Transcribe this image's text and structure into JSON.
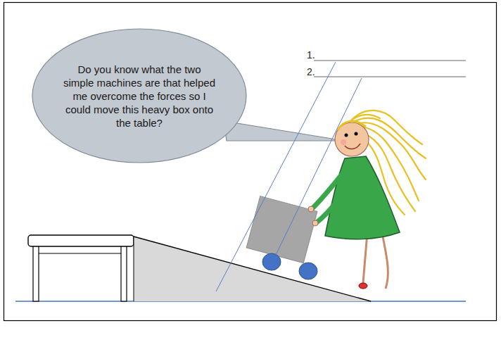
{
  "diagram": {
    "nodes": [
      {
        "text": [
          "Do you know what the two simple machines are that helped me overcome the forces so I could move this heavy box onto the table?"
        ]
      }
    ],
    "labels": [
      "1.",
      "2."
    ]
  }
}
